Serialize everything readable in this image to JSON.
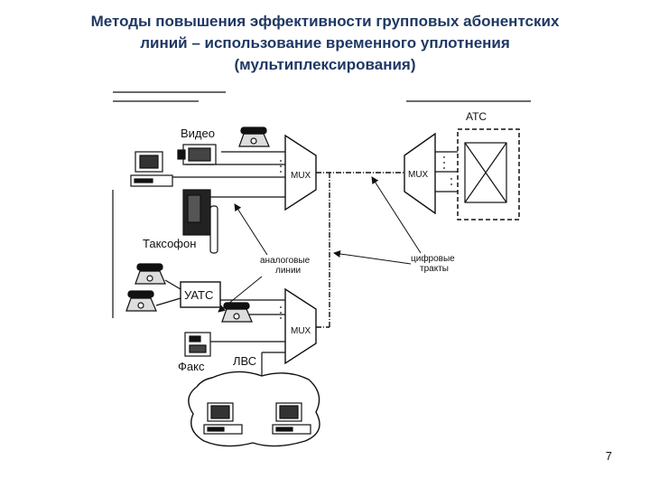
{
  "title": {
    "line1": "Методы повышения эффективности групповых абонентских",
    "line2": "линий – использование временного уплотнения",
    "line3": "(мультиплексирования)"
  },
  "diagram": {
    "label_ats": "АТС",
    "label_mux": "MUX",
    "label_video": "Видео",
    "label_taxophone": "Таксофон",
    "label_uats": "УАТС",
    "label_fax": "Факс",
    "label_lan": "ЛВС",
    "label_analog_1": "аналоговые",
    "label_analog_2": "линии",
    "label_digital_1": "цифровые",
    "label_digital_2": "тракты"
  },
  "page_number": "7",
  "colors": {
    "title": "#1f3864",
    "ink": "#111111"
  }
}
